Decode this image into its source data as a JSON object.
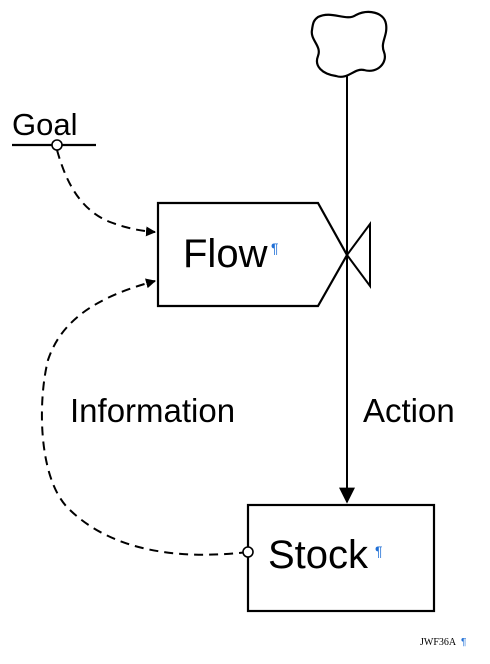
{
  "diagram": {
    "goal_label": "Goal",
    "flow_label": "Flow",
    "stock_label": "Stock",
    "information_label": "Information",
    "action_label": "Action",
    "pilcrow": "¶",
    "figure_tag": "JWF36A",
    "pilcrow_color": "#1f6fd6"
  }
}
